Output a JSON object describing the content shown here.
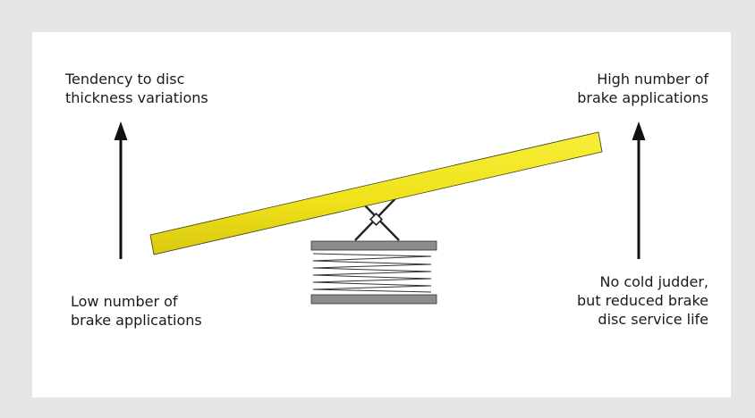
{
  "labels": {
    "top_left": [
      "Tendency to disc",
      "thickness variations"
    ],
    "bottom_left": [
      "Low number of",
      "brake applications"
    ],
    "top_right": [
      "High number of",
      "brake applications"
    ],
    "bottom_right": [
      "No cold judder,",
      "but reduced brake",
      "disc service life"
    ]
  },
  "colors": {
    "background": "#e6e6e7",
    "panel": "#ffffff",
    "beam_fill": "#f2e51b",
    "beam_stroke": "#3a3a1a",
    "plate": "#8c8c8c",
    "arrow": "#111111"
  },
  "icons": {
    "left_arrow": "arrow-up-icon",
    "right_arrow": "arrow-up-icon",
    "seesaw": "seesaw-beam",
    "spring": "spring-icon"
  }
}
